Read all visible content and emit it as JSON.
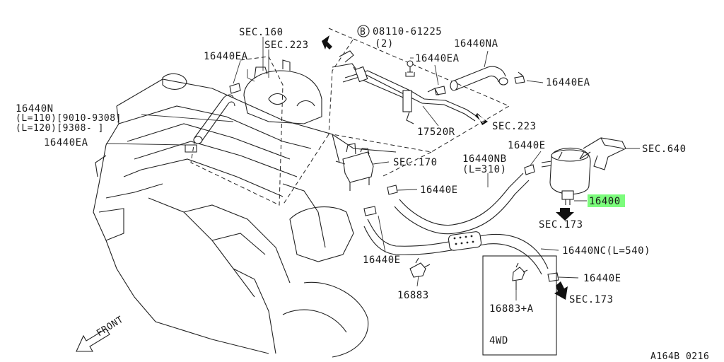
{
  "diagram": {
    "code": "A164B 0216",
    "section_refs": {
      "sec160": "SEC.160",
      "sec223_top": "SEC.223",
      "sec223_right": "SEC.223",
      "sec170": "SEC.170",
      "sec640": "SEC.640",
      "sec173_filter": "SEC.173",
      "sec173_bottom": "SEC.173"
    },
    "bolt": {
      "circle_letter": "B",
      "number": "08110-61225",
      "qty": "(2)"
    },
    "parts": {
      "p16440EA_top": "16440EA",
      "p16440EA_mid": "16440EA",
      "p16440EA_right": "16440EA",
      "p16440EA_left": "16440EA",
      "p16440NA": "16440NA",
      "p16440N": "16440N",
      "p16440N_len1": "(L=110)[9010-9308]",
      "p16440N_len2": "(L=120)[9308-     ]",
      "p17520R": "17520R",
      "p16440E_filter": "16440E",
      "p16440NB": "16440NB",
      "p16440NB_len": "(L=310)",
      "p16440E_clamp": "16440E",
      "p16400": "16400",
      "p16440E_low": "16440E",
      "p16883": "16883",
      "p16440NC": "16440NC(L=540)",
      "p16440E_right": "16440E",
      "p16883A": "16883+A"
    },
    "inset_label": "4WD",
    "front_label": "FRONT",
    "highlight_color": "#7CFC7C"
  }
}
